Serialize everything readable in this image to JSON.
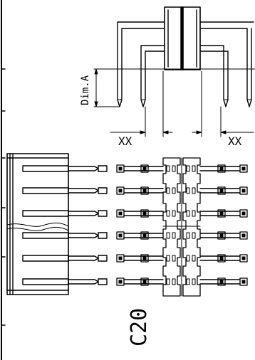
{
  "drawing": {
    "top_view": {
      "dim_label": "Dim.A",
      "left_dim_label": "XX",
      "right_dim_label": "XX"
    },
    "side_view": {
      "pin_rows": 6
    },
    "footprint": {
      "row_count": 6
    },
    "part_code": "C20",
    "stroke_color": "#000000",
    "background_color": "#ffffff"
  }
}
